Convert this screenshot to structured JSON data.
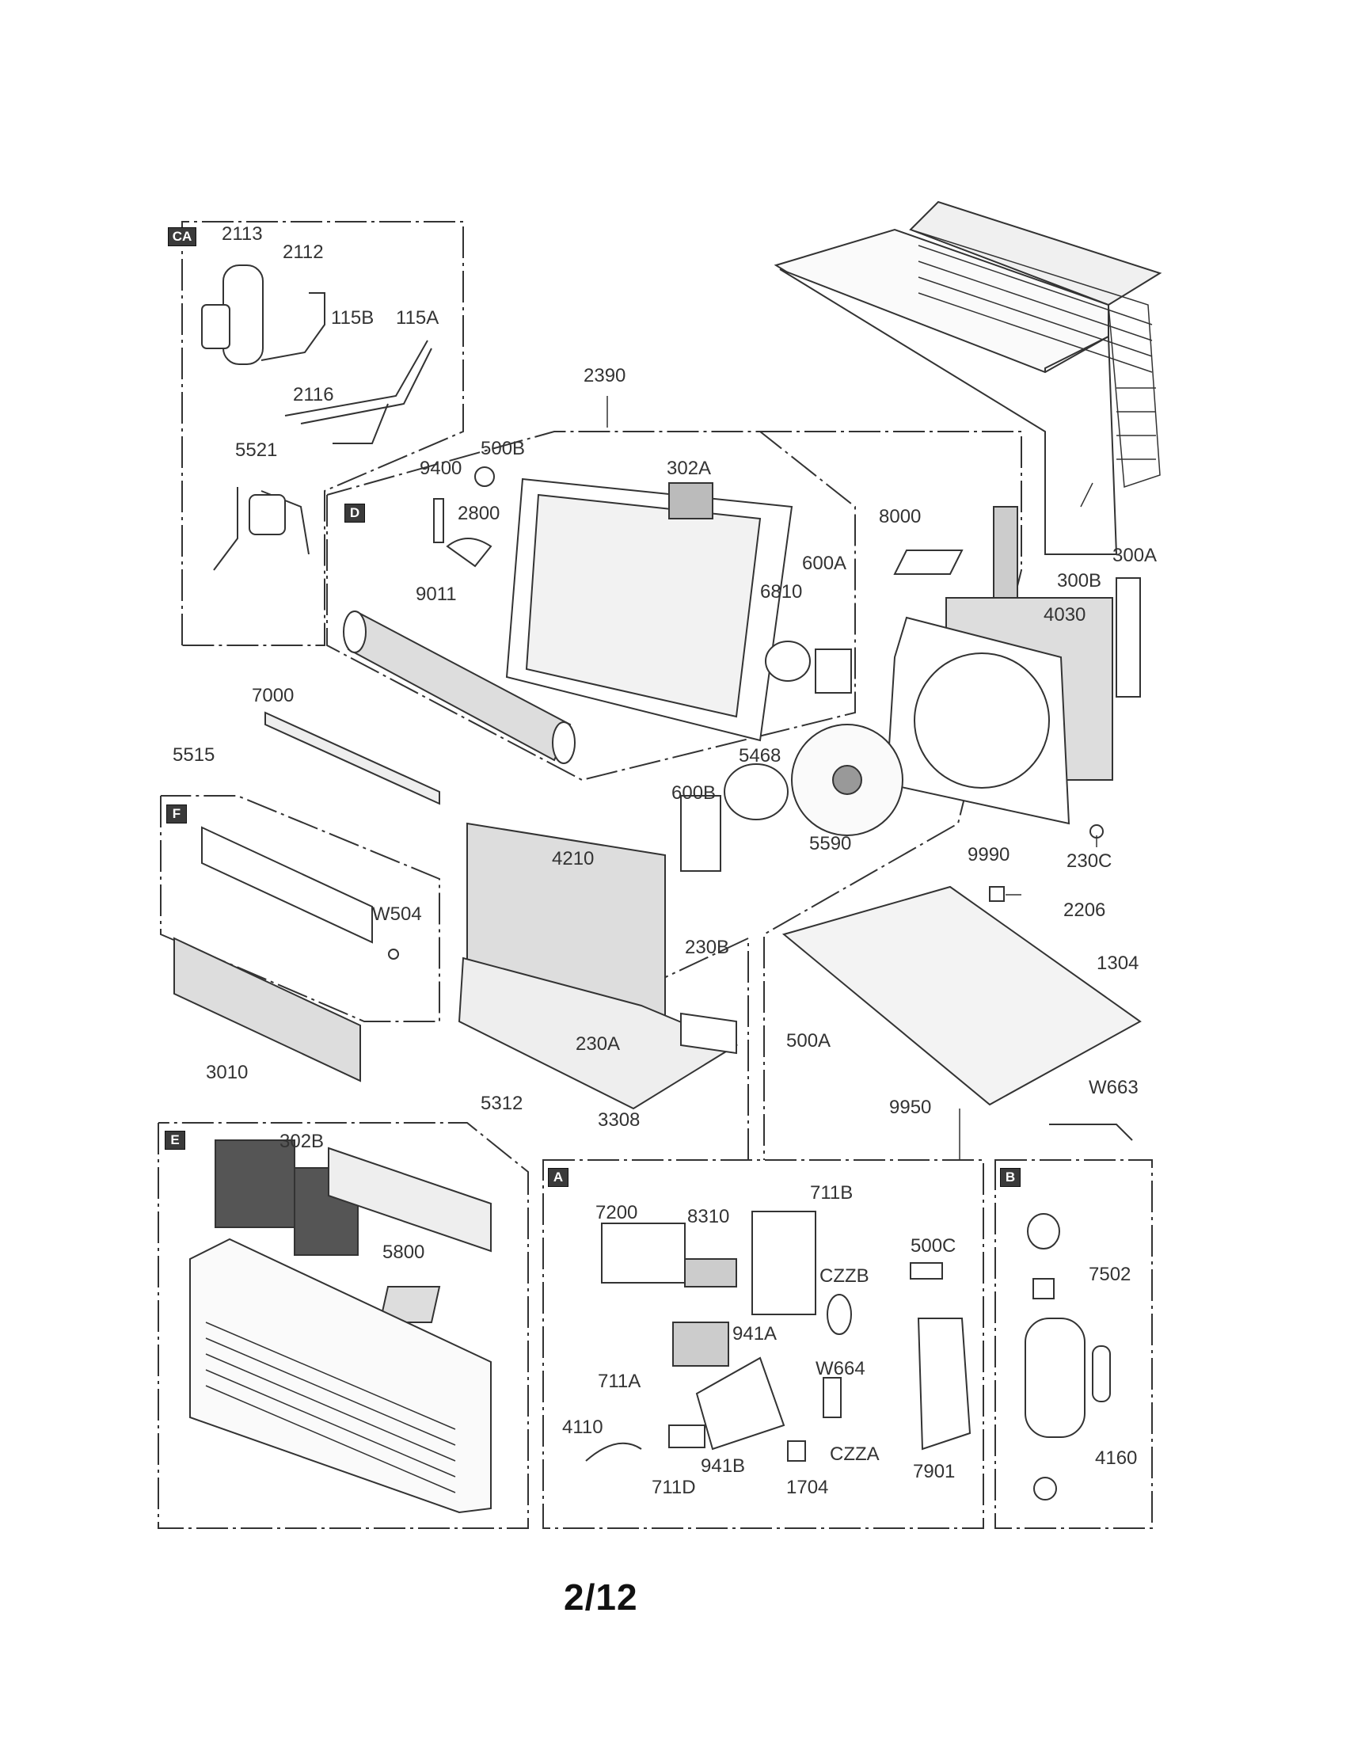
{
  "sections": {
    "ca": "CA",
    "d": "D",
    "f": "F",
    "e": "E",
    "a": "A",
    "b": "B"
  },
  "parts": {
    "p2113": "2113",
    "p2112": "2112",
    "p115b": "115B",
    "p115a": "115A",
    "p2116": "2116",
    "p2390": "2390",
    "p5521": "5521",
    "p9400": "9400",
    "p500b": "500B",
    "p302a": "302A",
    "p2800": "2800",
    "p8000": "8000",
    "p300a": "300A",
    "p300b": "300B",
    "p600a": "600A",
    "p9011": "9011",
    "p6810": "6810",
    "p4030": "4030",
    "p7000": "7000",
    "p5515": "5515",
    "p5468": "5468",
    "p600b": "600B",
    "p4210": "4210",
    "p5590": "5590",
    "p9990": "9990",
    "p230c": "230C",
    "pw504": "W504",
    "p2206": "2206",
    "p230b": "230B",
    "p1304": "1304",
    "p500a": "500A",
    "p230a": "230A",
    "p3010": "3010",
    "pw663": "W663",
    "p3308": "3308",
    "p5312": "5312",
    "p9950": "9950",
    "p302b": "302B",
    "p711b": "711B",
    "p7200": "7200",
    "p8310": "8310",
    "p500c": "500C",
    "p5800": "5800",
    "p7502": "7502",
    "pczzb": "CZZB",
    "p941a": "941A",
    "p711a": "711A",
    "pw664": "W664",
    "p4110": "4110",
    "p941b": "941B",
    "pczza": "CZZA",
    "p4160": "4160",
    "p711d": "711D",
    "p1704": "1704",
    "p7901": "7901"
  },
  "page_number": "2/12"
}
